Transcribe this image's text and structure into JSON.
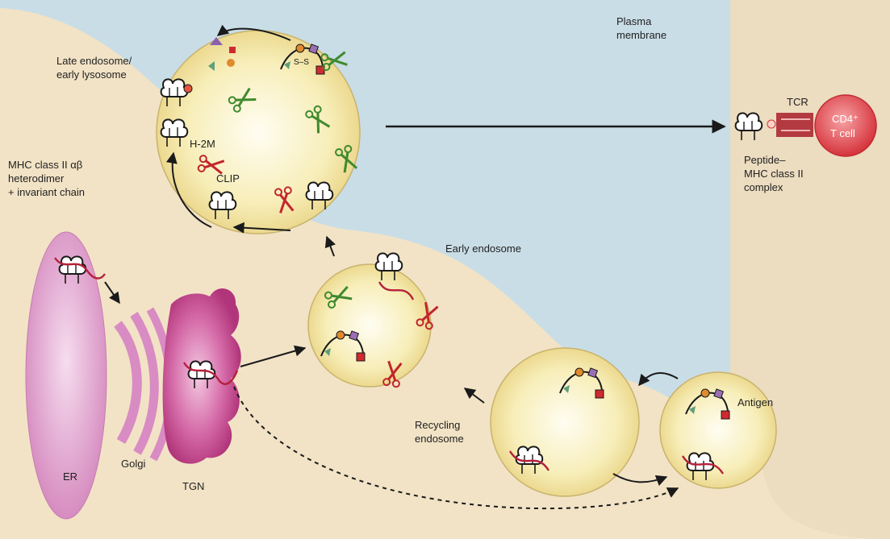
{
  "labels": {
    "late_endosome_line1": "Late endosome/",
    "late_endosome_line2": "early lysosome",
    "plasma_membrane_line1": "Plasma",
    "plasma_membrane_line2": "membrane",
    "mhc_line1": "MHC class II αβ",
    "mhc_line2": "heterodimer",
    "mhc_line3": "+ invariant chain",
    "h2m": "H-2M",
    "clip": "CLIP",
    "tcr": "TCR",
    "cd4_line1": "CD4⁺",
    "cd4_line2": "T cell",
    "peptide_line1": "Peptide–",
    "peptide_line2": "MHC class II",
    "peptide_line3": "complex",
    "early_endosome": "Early endosome",
    "recycling_line1": "Recycling",
    "recycling_line2": "endosome",
    "antigen": "Antigen",
    "er": "ER",
    "golgi": "Golgi",
    "tgn": "TGN",
    "disulfide": "S–S"
  },
  "colors": {
    "cytoplasm": "#f2e3c6",
    "extracellular": "#c9dde6",
    "vesicle": "#f3e7a8",
    "er": "#d98bc3",
    "tgn": "#b8377f",
    "protease_red": "#c2262d",
    "protease_green": "#3f8a2e",
    "t_cell": "#e04048",
    "chain_red": "#b5203a"
  },
  "icons": [
    "scissors-icon",
    "mhc-molecule-icon",
    "antigen-icon",
    "arrow-icon"
  ]
}
